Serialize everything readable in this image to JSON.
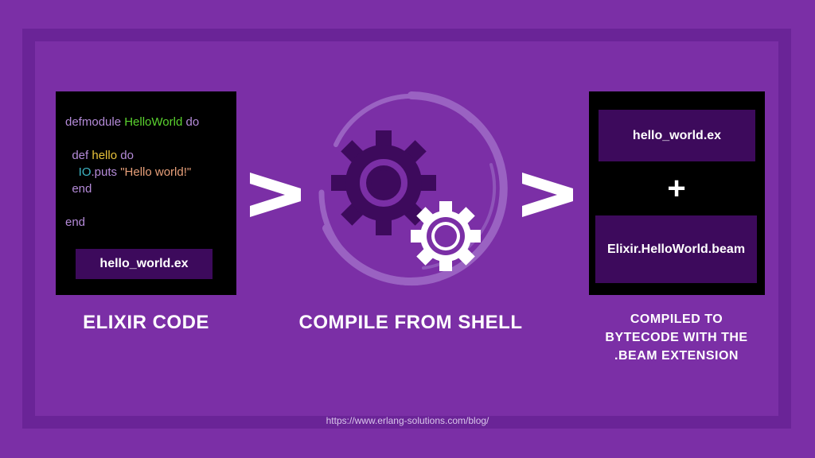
{
  "code": {
    "line1_kw": "defmodule ",
    "line1_mod": "HelloWorld",
    "line1_end": " do",
    "line2_kw": "  def ",
    "line2_fn": "hello",
    "line2_end": " do",
    "line3_io": "    IO",
    "line3_mid": ".puts ",
    "line3_str": "\"Hello world!\"",
    "line4": "  end",
    "line5": "end"
  },
  "source_file": "hello_world.ex",
  "labels": {
    "elixir_code": "ELIXIR CODE",
    "compile": "COMPILE FROM SHELL",
    "compiled_line1": "COMPILED TO",
    "compiled_line2": "BYTECODE WITH THE",
    "compiled_line3": ".BEAM EXTENSION"
  },
  "output": {
    "file1": "hello_world.ex",
    "plus": "+",
    "file2": "Elixir.HelloWorld.beam"
  },
  "url": "https://www.erlang-solutions.com/blog/",
  "colors": {
    "background": "#7b2fa6",
    "frame": "#6a2497",
    "panel": "#000000",
    "file_box": "#3d0a5c",
    "gear_dark": "#3d0a5c",
    "gear_light": "#ffffff"
  }
}
